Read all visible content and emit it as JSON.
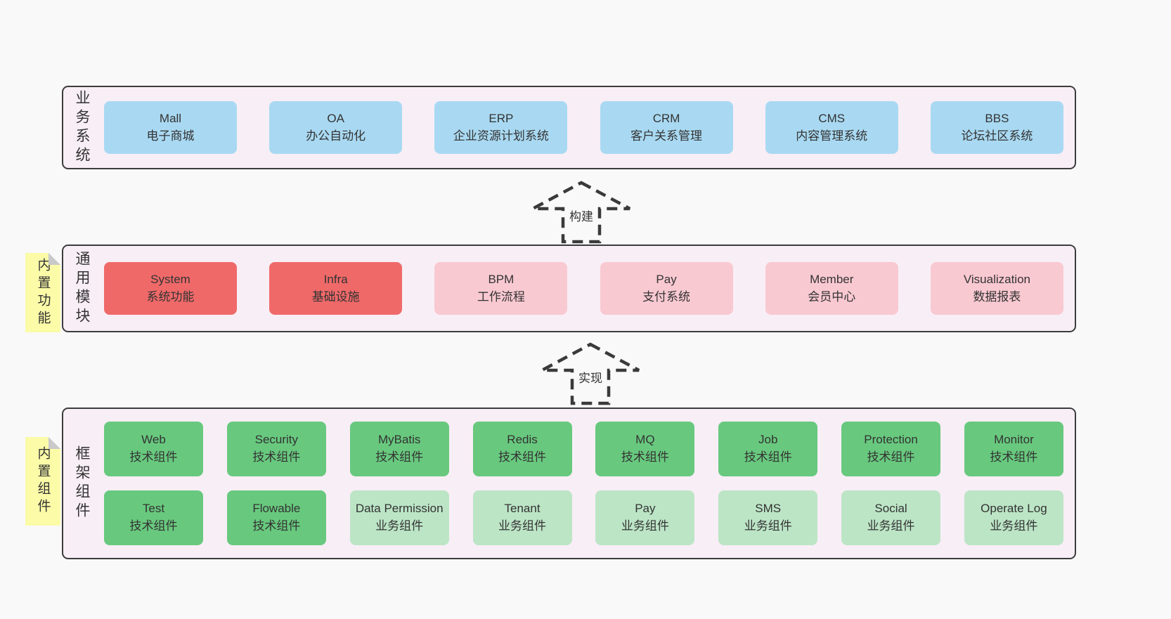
{
  "colors": {
    "background": "#f9f9f9",
    "panel_bg": "#f8eef6",
    "panel_border": "#3c3c3c",
    "business_box_blue": "#a9d9f2",
    "core_module_red": "#f06969",
    "module_pink": "#f9c9d2",
    "tech_component_green": "#68c97e",
    "biz_component_green_light": "#bce5c6",
    "sticky_yellow": "#fbfba8",
    "text": "#333333"
  },
  "sections": {
    "business": {
      "label": "业务系统",
      "boxes": [
        {
          "name": "Mall",
          "desc": "电子商城"
        },
        {
          "name": "OA",
          "desc": "办公自动化"
        },
        {
          "name": "ERP",
          "desc": "企业资源计划系统"
        },
        {
          "name": "CRM",
          "desc": "客户关系管理"
        },
        {
          "name": "CMS",
          "desc": "内容管理系统"
        },
        {
          "name": "BBS",
          "desc": "论坛社区系统"
        }
      ]
    },
    "modules": {
      "label": "通用模块",
      "sticky": "内置功能",
      "boxes": [
        {
          "name": "System",
          "desc": "系统功能"
        },
        {
          "name": "Infra",
          "desc": "基础设施"
        },
        {
          "name": "BPM",
          "desc": "工作流程"
        },
        {
          "name": "Pay",
          "desc": "支付系统"
        },
        {
          "name": "Member",
          "desc": "会员中心"
        },
        {
          "name": "Visualization",
          "desc": "数据报表"
        }
      ]
    },
    "components": {
      "label": "框架组件",
      "sticky": "内置组件",
      "row1": [
        {
          "name": "Web",
          "desc": "技术组件"
        },
        {
          "name": "Security",
          "desc": "技术组件"
        },
        {
          "name": "MyBatis",
          "desc": "技术组件"
        },
        {
          "name": "Redis",
          "desc": "技术组件"
        },
        {
          "name": "MQ",
          "desc": "技术组件"
        },
        {
          "name": "Job",
          "desc": "技术组件"
        },
        {
          "name": "Protection",
          "desc": "技术组件"
        },
        {
          "name": "Monitor",
          "desc": "技术组件"
        }
      ],
      "row2": [
        {
          "name": "Test",
          "desc": "技术组件"
        },
        {
          "name": "Flowable",
          "desc": "技术组件"
        },
        {
          "name": "Data Permission",
          "desc": "业务组件"
        },
        {
          "name": "Tenant",
          "desc": "业务组件"
        },
        {
          "name": "Pay",
          "desc": "业务组件"
        },
        {
          "name": "SMS",
          "desc": "业务组件"
        },
        {
          "name": "Social",
          "desc": "业务组件"
        },
        {
          "name": "Operate Log",
          "desc": "业务组件"
        }
      ]
    }
  },
  "arrows": [
    {
      "label": "构建"
    },
    {
      "label": "实现"
    }
  ]
}
